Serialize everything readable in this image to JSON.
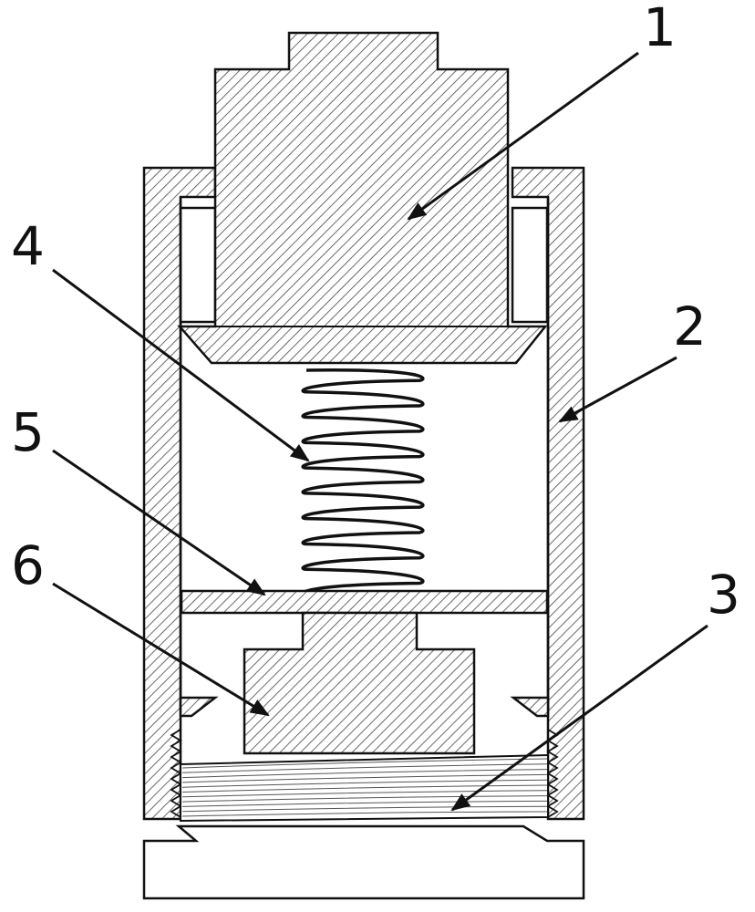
{
  "labels": [
    {
      "id": "1",
      "text": "1"
    },
    {
      "id": "2",
      "text": "2"
    },
    {
      "id": "3",
      "text": "3"
    },
    {
      "id": "4",
      "text": "4"
    },
    {
      "id": "5",
      "text": "5"
    },
    {
      "id": "6",
      "text": "6"
    }
  ],
  "colors": {
    "line": "#111111",
    "hatch": "#444444",
    "background": "#ffffff"
  }
}
